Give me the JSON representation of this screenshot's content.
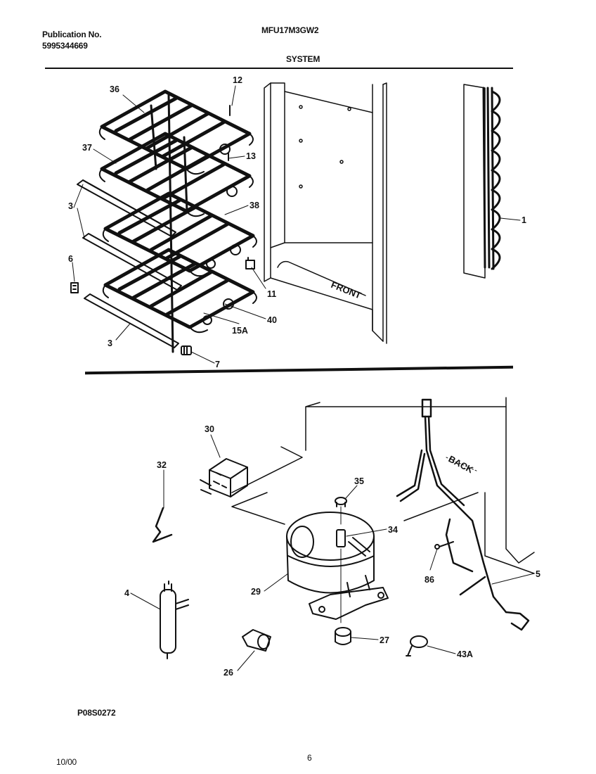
{
  "header": {
    "publication_label": "Publication No.",
    "publication_number": "5995344669",
    "model": "MFU17M3GW2",
    "section": "SYSTEM"
  },
  "diagram": {
    "upper_labels": [
      "36",
      "12",
      "37",
      "13",
      "3",
      "38",
      "1",
      "6",
      "11",
      "40",
      "15A",
      "3",
      "7"
    ],
    "cabinet_text": "FRONT",
    "lower_labels": [
      "30",
      "32",
      "35",
      "34",
      "86",
      "5",
      "29",
      "4",
      "27",
      "43A",
      "26"
    ],
    "back_text": "BACK"
  },
  "footer": {
    "drawing_code": "P08S0272",
    "date": "10/00",
    "page": "6"
  }
}
